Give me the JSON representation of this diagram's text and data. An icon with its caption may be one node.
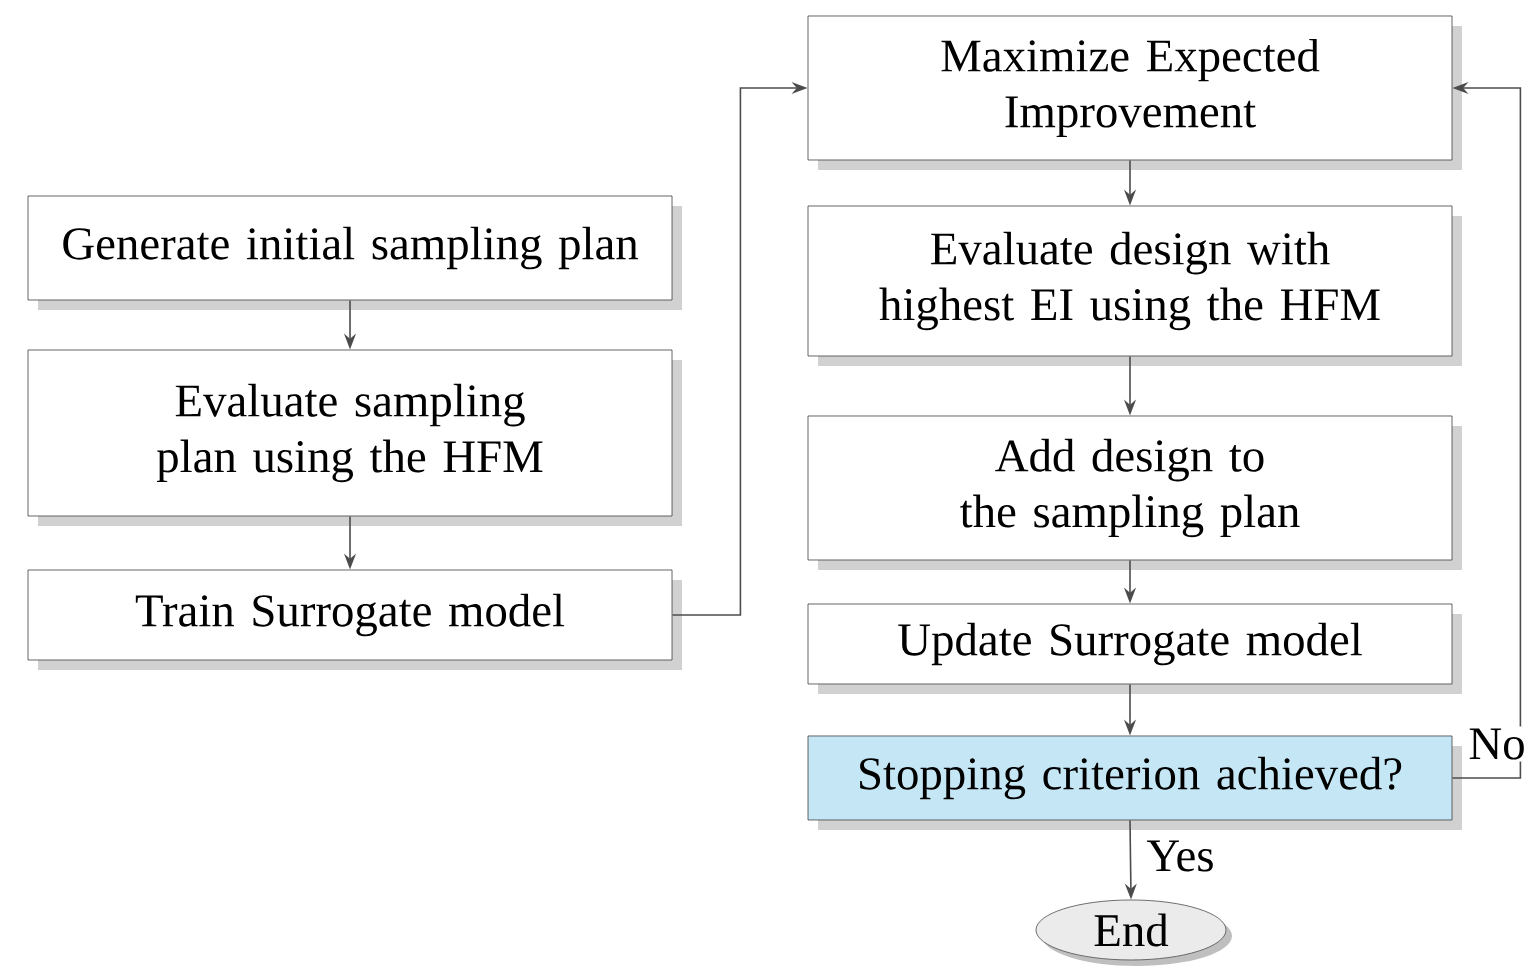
{
  "diagram": {
    "nodes": [
      {
        "text": [
          "Generate initial sampling plan"
        ]
      },
      {
        "text": [
          "Evaluate sampling plan using the HFM"
        ]
      },
      {
        "text": [
          "Train Surrogate model"
        ]
      },
      {
        "text": [
          "Maximize Expected Improvement"
        ]
      },
      {
        "text": [
          "Evaluate design with highest EI using the HFM"
        ]
      },
      {
        "text": [
          "Add design to the sampling plan"
        ]
      },
      {
        "text": [
          "Update Surrogate model"
        ]
      },
      {
        "text": [
          "Stopping criterion achieved?"
        ]
      },
      {
        "text": [
          "End"
        ]
      }
    ],
    "edges": [
      {
        "from": 0,
        "to": 1,
        "arrow": "to"
      },
      {
        "from": 1,
        "to": 2,
        "arrow": "to"
      },
      {
        "from": 2,
        "to": 3,
        "arrow": "to"
      },
      {
        "from": 3,
        "to": 4,
        "arrow": "to"
      },
      {
        "from": 4,
        "to": 5,
        "arrow": "to"
      },
      {
        "from": 5,
        "to": 6,
        "arrow": "to"
      },
      {
        "from": 6,
        "to": 7,
        "arrow": "to"
      },
      {
        "from": 7,
        "to": 8,
        "arrow": "to",
        "label": "Yes"
      },
      {
        "from": 7,
        "to": 3,
        "arrow": "to",
        "label": "No"
      }
    ]
  }
}
